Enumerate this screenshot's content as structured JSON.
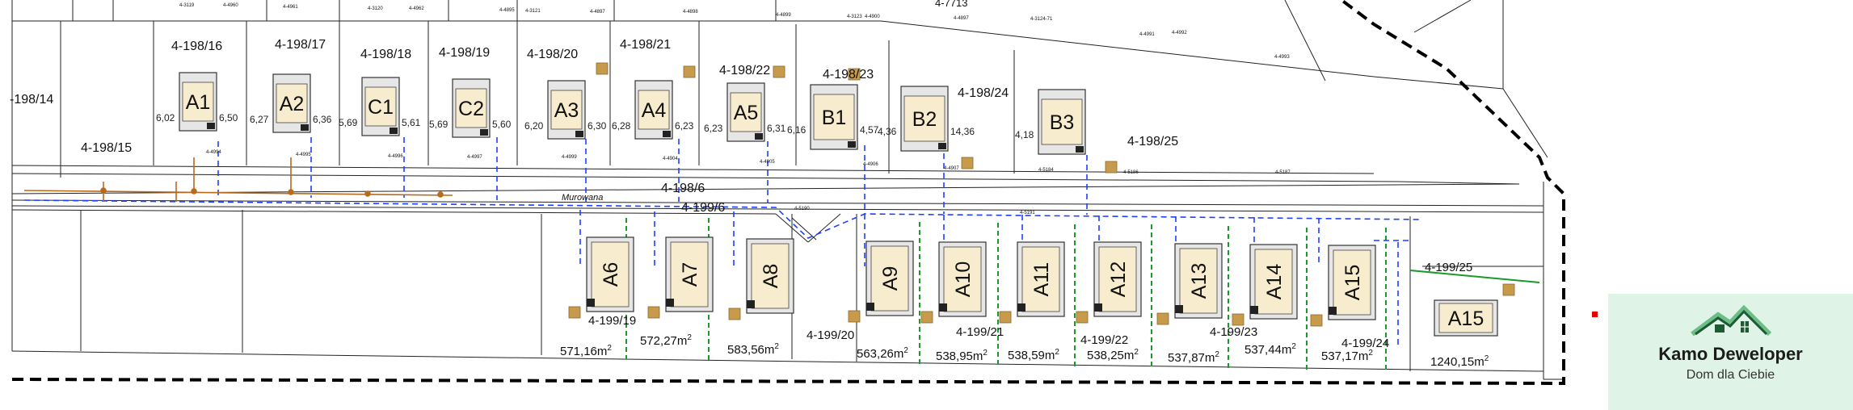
{
  "brand": {
    "name": "Kamo Deweloper",
    "tagline": "Dom dla Ciebie",
    "color_dark": "#1e5a34",
    "color_light": "#6dbd86",
    "background": "#dff3e6",
    "icon": "house-roof-logo-icon"
  },
  "colors": {
    "building_fill": "#f7eccd",
    "boundary": "#000000",
    "sewer_dashed": "#1f3fff",
    "green_dashed": "#1a9a2a",
    "gas_line": "#b86b1c",
    "tree": "#c89a4c"
  },
  "parcels_top": [
    {
      "id": "-198/14"
    },
    {
      "id": "4-198/15"
    },
    {
      "id": "4-198/16"
    },
    {
      "id": "4-198/17"
    },
    {
      "id": "4-198/18"
    },
    {
      "id": "4-198/19"
    },
    {
      "id": "4-198/20"
    },
    {
      "id": "4-198/21"
    },
    {
      "id": "4-198/22"
    },
    {
      "id": "4-198/23"
    },
    {
      "id": "4-198/24"
    },
    {
      "id": "4-198/25"
    }
  ],
  "road_parcels": [
    {
      "id": "4-198/6"
    },
    {
      "id": "4-199/6"
    },
    {
      "id": "Murowana"
    }
  ],
  "houses_top": [
    {
      "label": "A1",
      "left_dim": "6,02",
      "right_dim": "6,50"
    },
    {
      "label": "A2",
      "left_dim": "6,27",
      "right_dim": "6,36"
    },
    {
      "label": "C1",
      "left_dim": "5,69",
      "right_dim": "5,61"
    },
    {
      "label": "C2",
      "left_dim": "5,69",
      "right_dim": "5,60"
    },
    {
      "label": "A3",
      "left_dim": "6,20",
      "right_dim": "6,30"
    },
    {
      "label": "A4",
      "left_dim": "6,28",
      "right_dim": "6,23"
    },
    {
      "label": "A5",
      "left_dim": "6,23",
      "right_dim": "6,31"
    },
    {
      "label": "B1",
      "left_dim": "6,16",
      "right_dim": "4,57"
    },
    {
      "label": "B2",
      "left_dim": "4,36",
      "right_dim": "14,36"
    },
    {
      "label": "B3",
      "left_dim": "4,18",
      "right_dim": ""
    }
  ],
  "houses_bottom": [
    {
      "label": "A6"
    },
    {
      "label": "A7"
    },
    {
      "label": "A8"
    },
    {
      "label": "A9"
    },
    {
      "label": "A10"
    },
    {
      "label": "A11"
    },
    {
      "label": "A12"
    },
    {
      "label": "A13"
    },
    {
      "label": "A14"
    },
    {
      "label": "A15"
    }
  ],
  "house_extra": {
    "label": "A15"
  },
  "parcels_bottom": [
    {
      "id": "4-199/19"
    },
    {
      "id": "4-199/20"
    },
    {
      "id": "4-199/21"
    },
    {
      "id": "4-199/22"
    },
    {
      "id": "4-199/23"
    },
    {
      "id": "4-199/24"
    },
    {
      "id": "4-199/25"
    }
  ],
  "areas": [
    {
      "value": "571,16m",
      "sup": "2"
    },
    {
      "value": "572,27m",
      "sup": "2"
    },
    {
      "value": "583,56m",
      "sup": "2"
    },
    {
      "value": "563,26m",
      "sup": "2"
    },
    {
      "value": "538,95m",
      "sup": "2"
    },
    {
      "value": "538,59m",
      "sup": "2"
    },
    {
      "value": "538,25m",
      "sup": "2"
    },
    {
      "value": "537,87m",
      "sup": "2"
    },
    {
      "value": "537,44m",
      "sup": "2"
    },
    {
      "value": "537,17m",
      "sup": "2"
    },
    {
      "value": "1240,15m",
      "sup": "2"
    }
  ],
  "small_refs": [
    "4-3119",
    "4-4960",
    "4-4961",
    "4-3120",
    "4-4962",
    "4-4895",
    "4-3121",
    "4-4897",
    "4-4898",
    "4-4899",
    "4-3123",
    "4-4900",
    "4-4897",
    "4-3124-71",
    "4-4991",
    "4-4992",
    "4-4993",
    "4-4994",
    "4-4995",
    "4-4996",
    "4-4997",
    "4-4999",
    "4-4904",
    "4-4905",
    "4-4906",
    "4-4907",
    "4-5184",
    "4-5186",
    "4-5187",
    "4-5190",
    "4-5191"
  ],
  "top_right_ref": "4-7713"
}
